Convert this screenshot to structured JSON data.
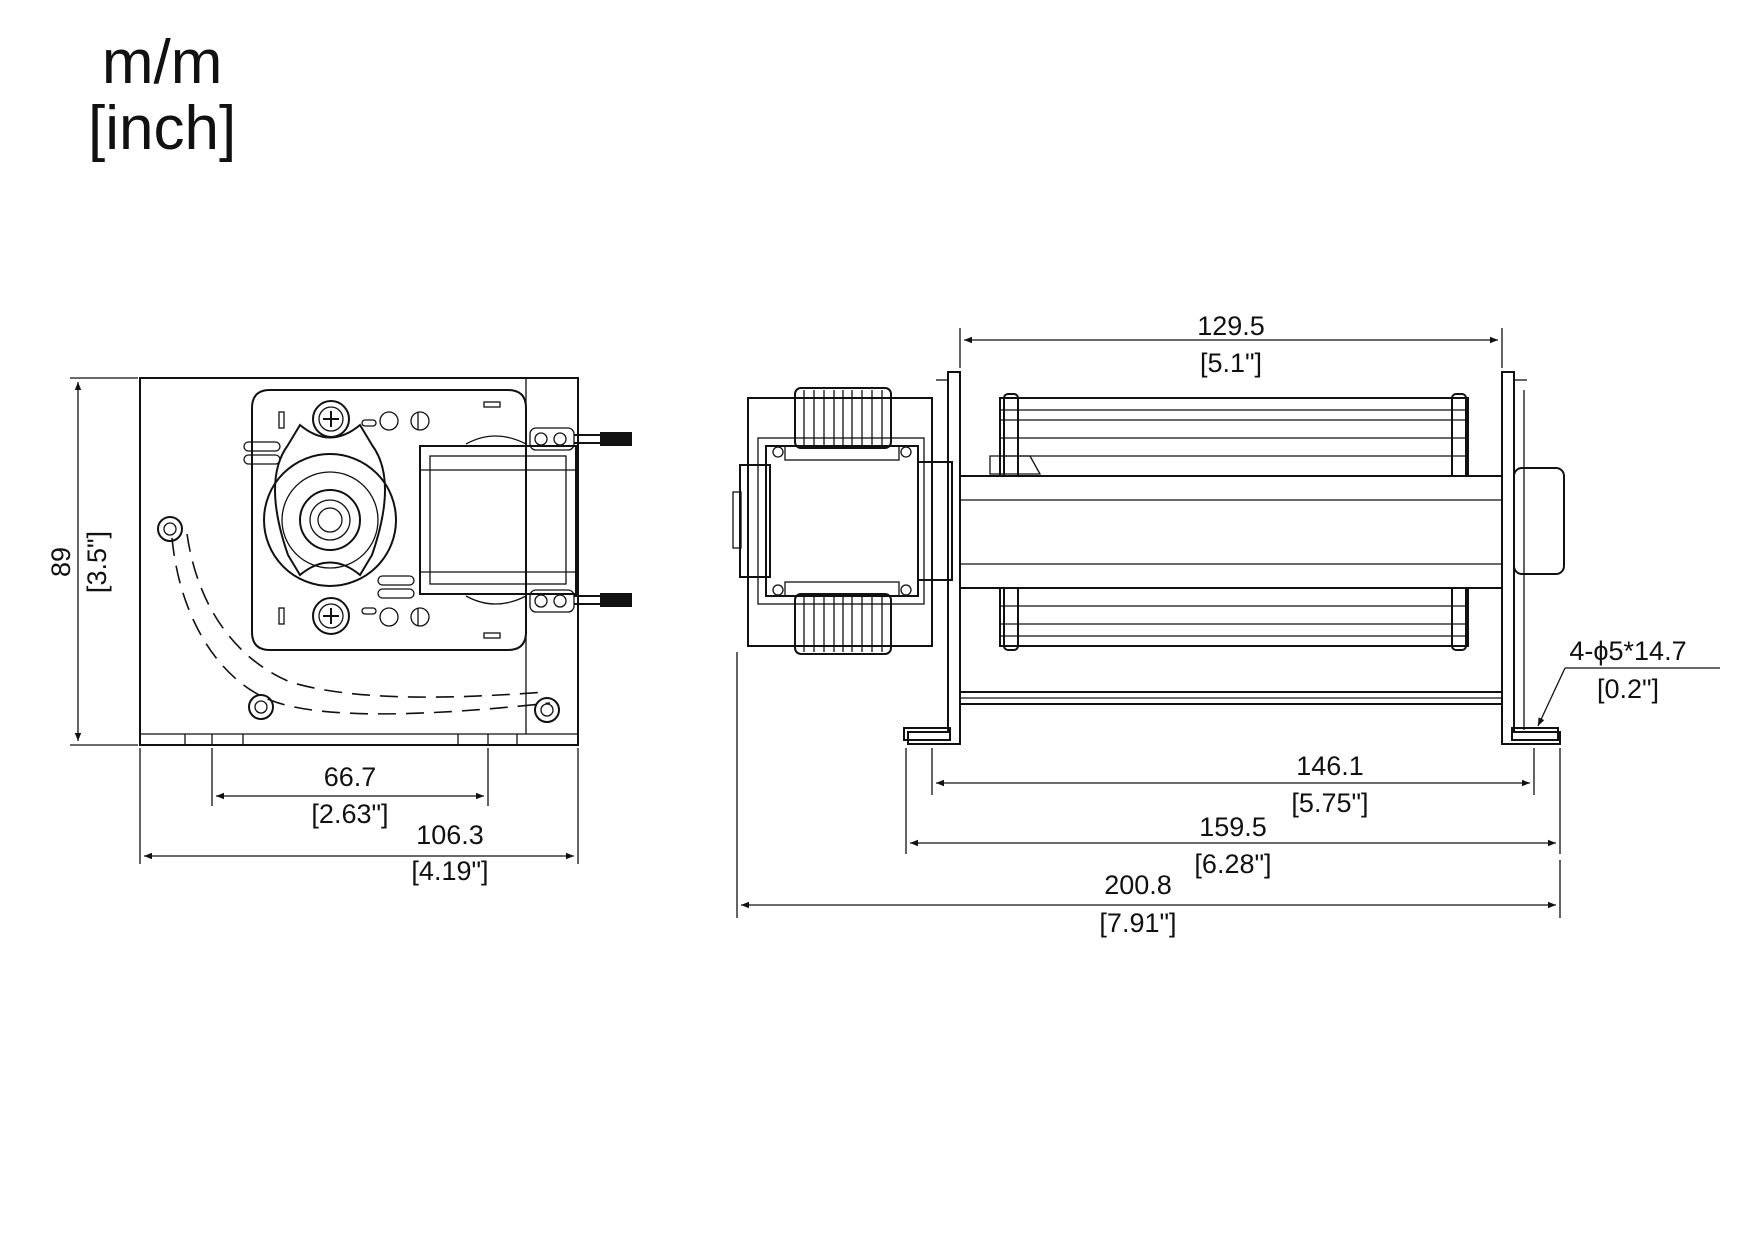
{
  "units": {
    "metric": "m/m",
    "imperial": "[inch]"
  },
  "dimensions": {
    "front_height": {
      "mm": "89",
      "inch": "[3.5\"]"
    },
    "front_mount_spacing": {
      "mm": "66.7",
      "inch": "[2.63\"]"
    },
    "front_width": {
      "mm": "106.3",
      "inch": "[4.19\"]"
    },
    "impeller_length": {
      "mm": "129.5",
      "inch": "[5.1\"]"
    },
    "mount_hole_spacing": {
      "mm": "146.1",
      "inch": "[5.75\"]"
    },
    "frame_length": {
      "mm": "159.5",
      "inch": "[6.28\"]"
    },
    "overall_length": {
      "mm": "200.8",
      "inch": "[7.91\"]"
    },
    "mount_holes": {
      "spec": "4-ϕ5*14.7",
      "inch": "[0.2\"]"
    }
  }
}
